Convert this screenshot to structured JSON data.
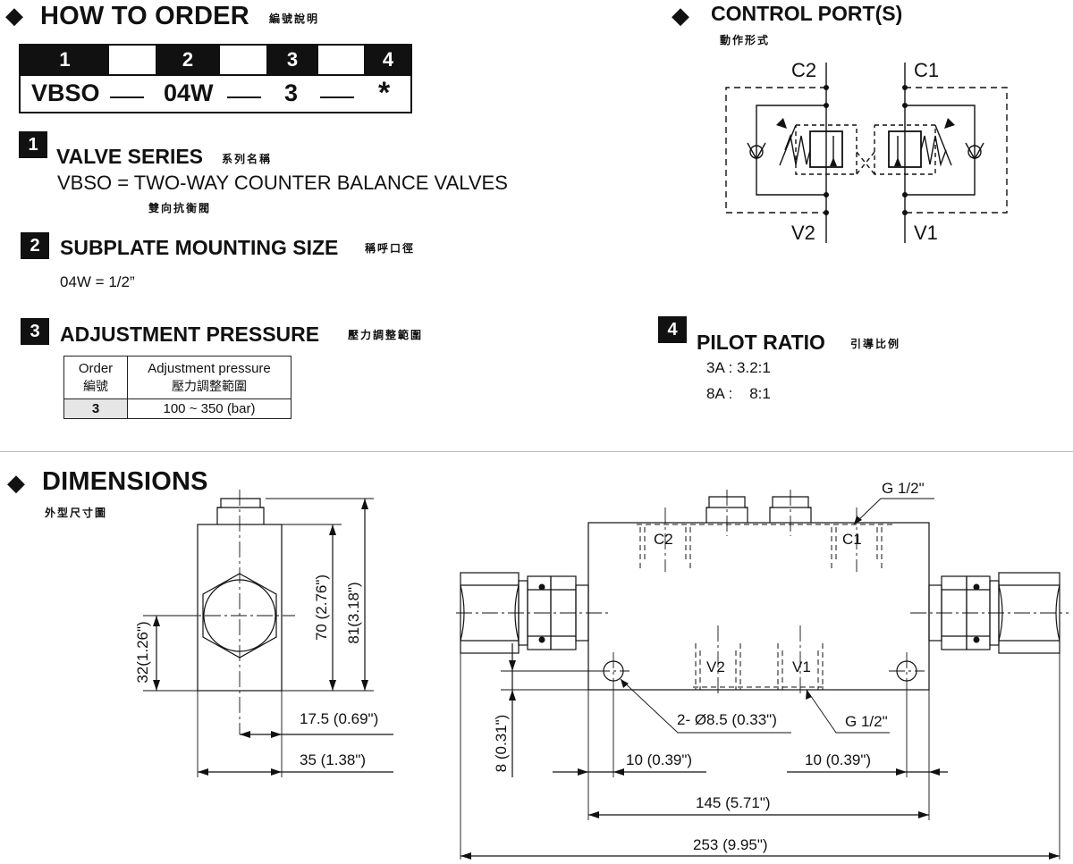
{
  "how_to_order": {
    "bullet": "◆",
    "title": "HOW TO  ORDER",
    "title_cn": "編號說明",
    "positions": [
      "1",
      "2",
      "3",
      "4"
    ],
    "codes": [
      "VBSO",
      "04W",
      "3",
      "*"
    ]
  },
  "valve_series": {
    "num": "1",
    "title": "VALVE SERIES",
    "title_cn": "系列名稱",
    "desc": "VBSO = TWO-WAY COUNTER BALANCE VALVES",
    "desc_cn": "雙向抗衡閥"
  },
  "subplate": {
    "num": "2",
    "title": "SUBPLATE MOUNTING SIZE",
    "title_cn": "稱呼口徑",
    "value": "04W  =  1/2”"
  },
  "adjustment": {
    "num": "3",
    "title": "ADJUSTMENT PRESSURE",
    "title_cn": "壓力調整範圍",
    "table": {
      "h_order": "Order",
      "h_order_cn": "編號",
      "h_pressure": "Adjustment pressure",
      "h_pressure_cn": "壓力調整範圍",
      "row_order": "3",
      "row_pressure": "100 ~ 350 (bar)"
    }
  },
  "control_port": {
    "bullet": "◆",
    "title": "CONTROL PORT(S)",
    "title_cn": "動作形式",
    "labels": {
      "c2": "C2",
      "c1": "C1",
      "v2": "V2",
      "v1": "V1"
    }
  },
  "pilot_ratio": {
    "num": "4",
    "title": "PILOT RATIO",
    "title_cn": "引導比例",
    "items": [
      "3A : 3.2:1",
      "8A :    8:1"
    ]
  },
  "dimensions": {
    "bullet": "◆",
    "title": "DIMENSIONS",
    "title_cn": "外型尺寸圖",
    "side_view": {
      "h70": "70 (2.76\")",
      "h81": "81(3.18\")",
      "h32": "32(1.26\")",
      "w17": "17.5 (0.69\")",
      "w35": "35 (1.38\")"
    },
    "front_view": {
      "g_top": "G 1/2\"",
      "c2": "C2",
      "c1": "C1",
      "v2": "V2",
      "v1": "V1",
      "hole": "2- Ø8.5 (0.33\")",
      "g_bottom": "G 1/2\"",
      "h8": "8 (0.31\")",
      "w10_left": "10 (0.39\")",
      "w10_right": "10 (0.39\")",
      "w145": "145 (5.71\")",
      "w253": "253 (9.95\")"
    }
  }
}
